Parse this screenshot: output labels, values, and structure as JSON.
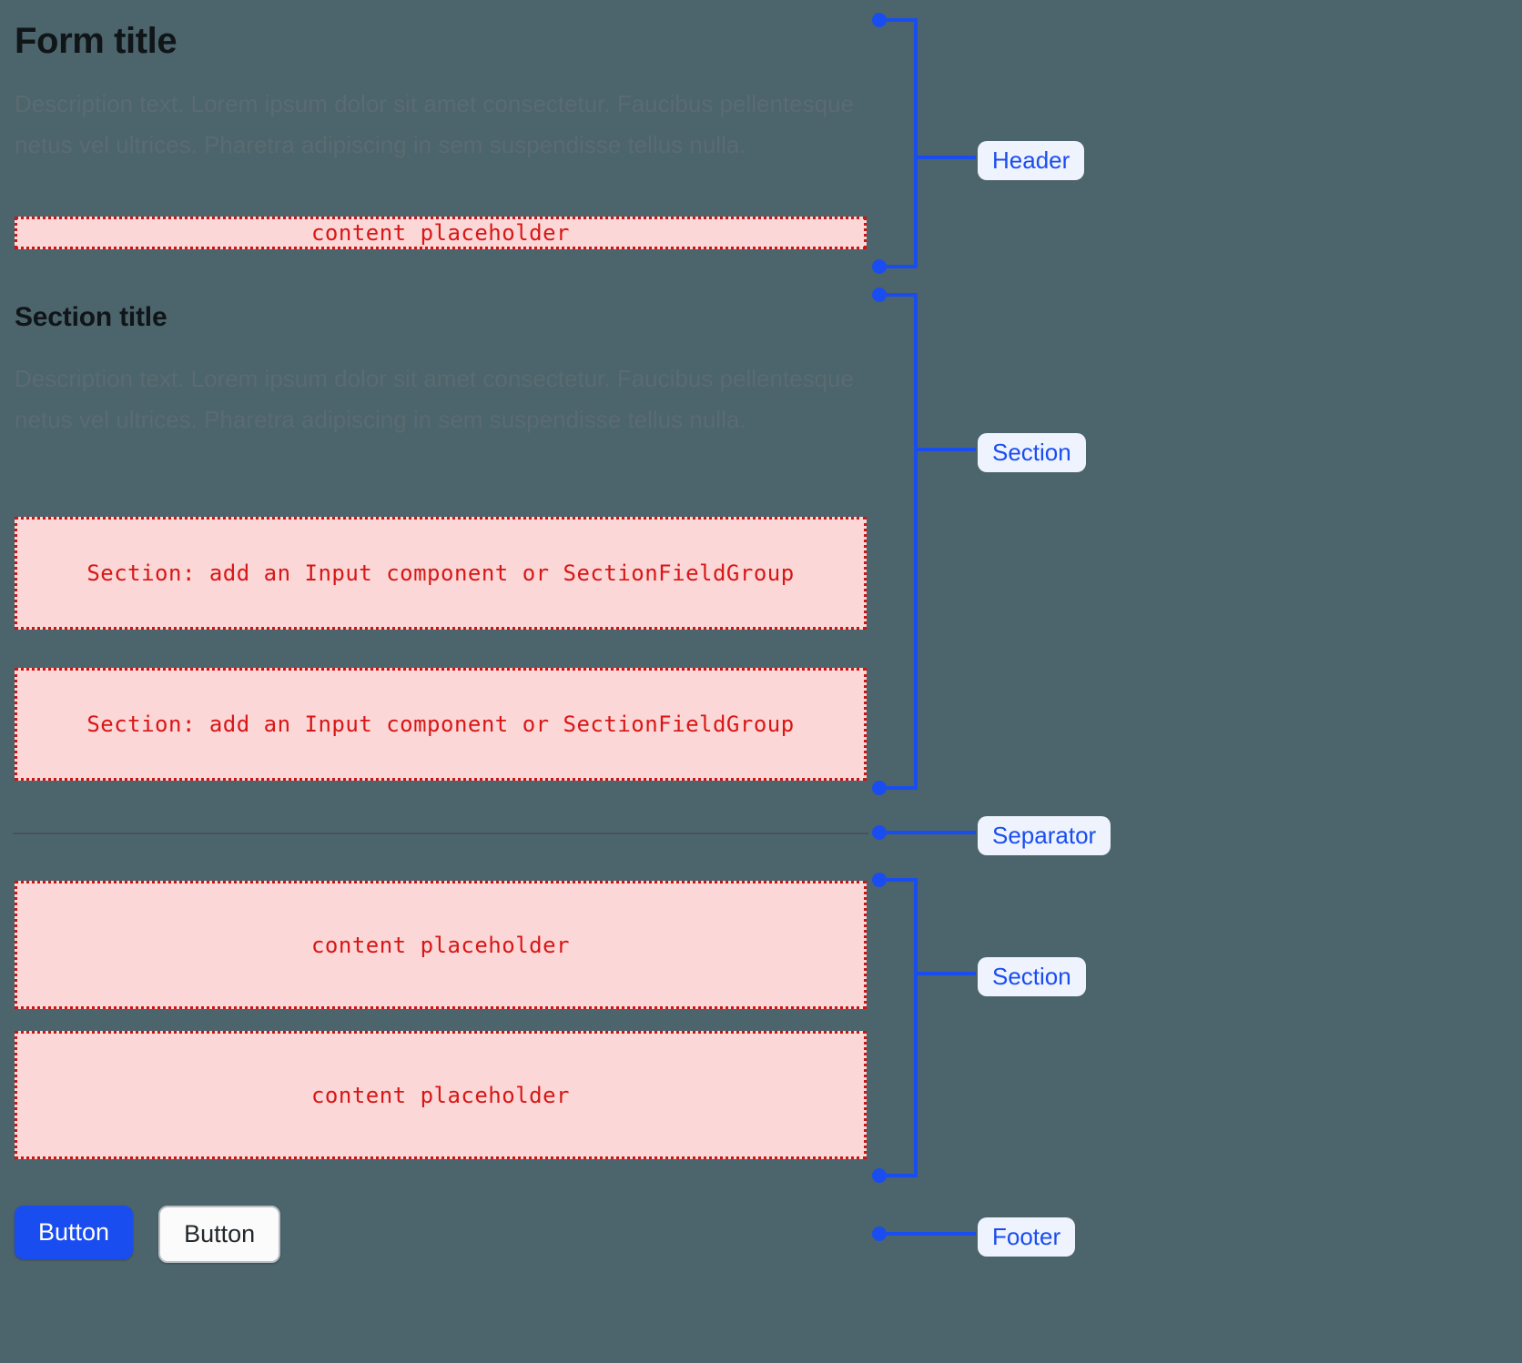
{
  "theme": {
    "page_background": "#4c646b",
    "accent_blue": "#1a4df0",
    "placeholder_fill": "#fcd7d7",
    "placeholder_border": "#cf1313",
    "placeholder_text": "#d81616",
    "badge_background": "#eef3fe",
    "heading_color": "#101518",
    "description_color": "#5a6b72",
    "separator_color": "#47535c"
  },
  "header": {
    "title": "Form title",
    "description": "Description text. Lorem ipsum dolor sit amet consectetur. Faucibus pellentesque netus vel ultrices. Pharetra adipiscing in sem suspendisse tellus nulla.",
    "placeholder": "content placeholder"
  },
  "section": {
    "title": "Section title",
    "description": "Description text. Lorem ipsum dolor sit amet consectetur. Faucibus pellentesque netus vel ultrices. Pharetra adipiscing in sem suspendisse tellus nulla.",
    "field_placeholder_1": "Section: add an Input component or SectionFieldGroup",
    "field_placeholder_2": "Section: add an Input component or SectionFieldGroup"
  },
  "section_lower": {
    "placeholder_1": "content placeholder",
    "placeholder_2": "content placeholder"
  },
  "footer": {
    "primary_button": "Button",
    "secondary_button": "Button"
  },
  "annotations": {
    "header": "Header",
    "section_upper": "Section",
    "separator": "Separator",
    "section_lower": "Section",
    "footer": "Footer"
  }
}
